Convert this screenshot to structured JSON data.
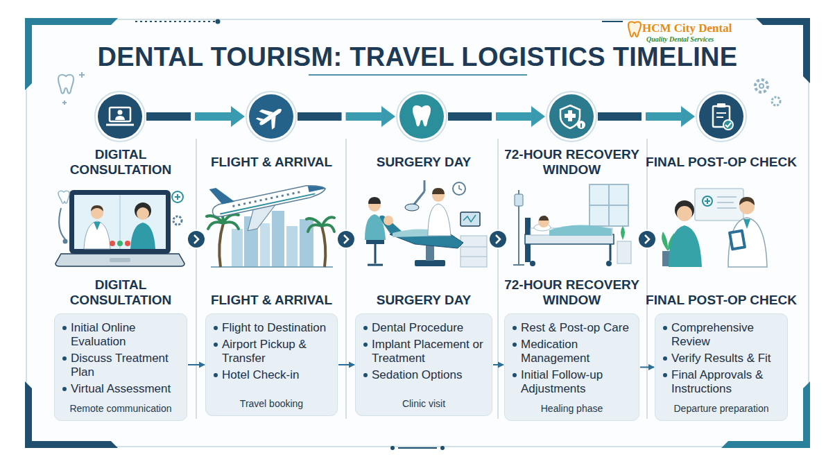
{
  "diagram": {
    "title": "DENTAL TOURISM: TRAVEL LOGISTICS TIMELINE",
    "nodes": [
      {
        "text": [
          "DIGITAL CONSULTATION",
          "Initial Online Evaluation",
          "Discuss Treatment Plan",
          "Virtual Assessment",
          "Remote communication"
        ]
      },
      {
        "text": [
          "FLIGHT & ARRIVAL",
          "Flight to Destination",
          "Airport Pickup & Transfer",
          "Hotel Check-in",
          "Travel booking"
        ]
      },
      {
        "text": [
          "SURGERY DAY",
          "Dental Procedure",
          "Implant Placement or Treatment",
          "Sedation Options",
          "Clinic visit"
        ]
      },
      {
        "text": [
          "72-HOUR RECOVERY WINDOW",
          "Rest & Post-op Care",
          "Medication Management",
          "Initial Follow-up Adjustments",
          "Healing phase"
        ]
      },
      {
        "text": [
          "FINAL POST-OP CHECK",
          "Comprehensive Review",
          "Verify Results & Fit",
          "Final Approvals & Instructions",
          "Departure preparation"
        ]
      }
    ],
    "edges": [
      {
        "from": 0,
        "to": 1,
        "arrow": "to"
      },
      {
        "from": 1,
        "to": 2,
        "arrow": "to"
      },
      {
        "from": 2,
        "to": 3,
        "arrow": "to"
      },
      {
        "from": 3,
        "to": 4,
        "arrow": "to"
      }
    ],
    "labels": [
      "HCM City Dental",
      "Quality Dental Services",
      "DIGITAL CONSULTATION",
      "FLIGHT & ARRIVAL",
      "SURGERY DAY",
      "72-HOUR RECOVERY WINDOW",
      "FINAL POST-OP CHECK"
    ]
  }
}
